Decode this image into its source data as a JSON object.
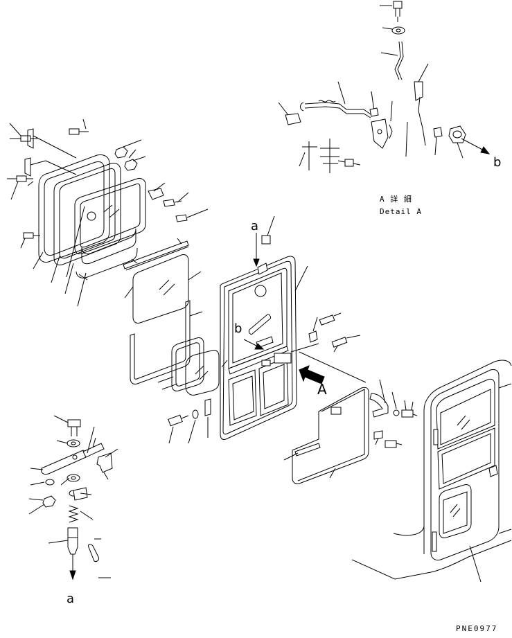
{
  "labels": {
    "callout_a_top": "a",
    "callout_a_bottom": "a",
    "callout_b_arrow": "b",
    "callout_b_right": "b",
    "callout_A": "A",
    "detail_jp": "A 詳 細",
    "detail_en": "Detail A",
    "drawing_number": "PNE0977"
  }
}
